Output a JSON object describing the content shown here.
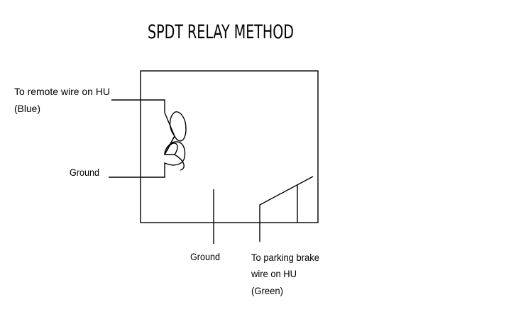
{
  "title": "SPDT RELAY METHOD",
  "labels": {
    "remote_line1": "To remote wire on HU",
    "remote_line2": "(Blue)",
    "ground_left": "Ground",
    "ground_bottom": "Ground",
    "parking_line1": "To parking brake",
    "parking_line2": "wire on HU",
    "parking_line3": "(Green)"
  }
}
